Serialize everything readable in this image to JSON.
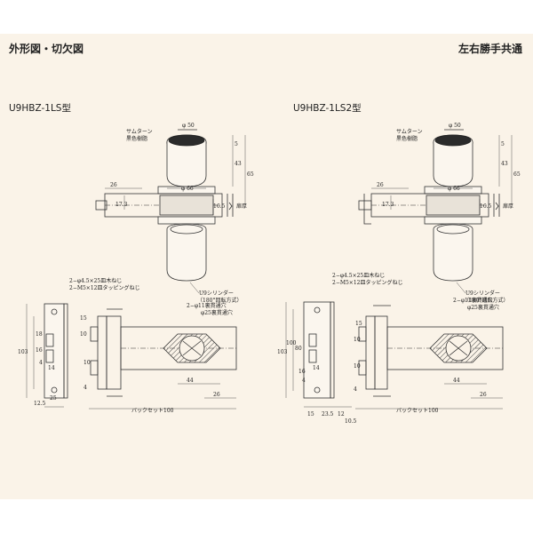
{
  "header": {
    "left_title": "外形図・切欠図",
    "right_title": "左右勝手共通"
  },
  "models": {
    "a": "U9HBZ-1LS型",
    "b": "U9HBZ-1LS2型"
  },
  "labels": {
    "thumbturn": "サムターン",
    "color": "黒色樹脂",
    "cylinder": "U9シリンダー",
    "rotation": "（180°回転方式）",
    "screw1": "2−φ4.5×25皿木ねじ",
    "screw2": "2−M5×12皿タッピングねじ",
    "hole11": "2−φ11裏貫通穴",
    "hole25": "φ25裏貫通穴",
    "backset": "バックセット100",
    "door": "扉厚"
  },
  "dims": {
    "d50": "φ 50",
    "d66": "φ 66",
    "d5": "5",
    "d43": "43",
    "d65": "65",
    "d26": "26",
    "d173": "17.3",
    "d165": "16.5",
    "d103": "103",
    "d100": "100",
    "d80": "80",
    "d18": "18",
    "d16": "16",
    "d4": "4",
    "d14": "14",
    "d25": "25",
    "d125": "12.5",
    "d15": "15",
    "d10": "10",
    "d44": "44",
    "d235": "23.5",
    "d12": "12",
    "d105": "10.5"
  }
}
